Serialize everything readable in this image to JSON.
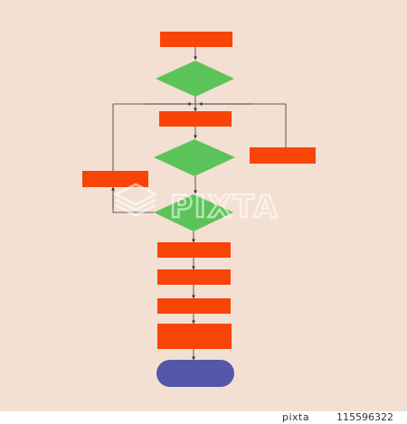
{
  "colors": {
    "background": "#f3e0d2",
    "process": "#f84406",
    "decision": "#5cc35a",
    "terminal": "#5458a8",
    "connector": "#333333",
    "watermark": "#ffffff"
  },
  "diagram": {
    "type": "flowchart",
    "nodes": [
      {
        "id": "process-1",
        "shape": "rectangle",
        "label": ""
      },
      {
        "id": "decision-1",
        "shape": "diamond",
        "label": ""
      },
      {
        "id": "process-2",
        "shape": "rectangle",
        "label": ""
      },
      {
        "id": "decision-2",
        "shape": "diamond",
        "label": ""
      },
      {
        "id": "process-right",
        "shape": "rectangle",
        "label": ""
      },
      {
        "id": "process-left",
        "shape": "rectangle",
        "label": ""
      },
      {
        "id": "decision-3",
        "shape": "diamond",
        "label": ""
      },
      {
        "id": "process-3",
        "shape": "rectangle",
        "label": ""
      },
      {
        "id": "process-4",
        "shape": "rectangle",
        "label": ""
      },
      {
        "id": "process-5",
        "shape": "rectangle",
        "label": ""
      },
      {
        "id": "process-6",
        "shape": "rectangle",
        "label": ""
      },
      {
        "id": "terminal-end",
        "shape": "rounded",
        "label": ""
      }
    ]
  },
  "watermark": {
    "text": "PIXTA",
    "icon": "pixta-logo-icon"
  },
  "footer": {
    "brand": "pixta",
    "image_id": "115596322"
  }
}
